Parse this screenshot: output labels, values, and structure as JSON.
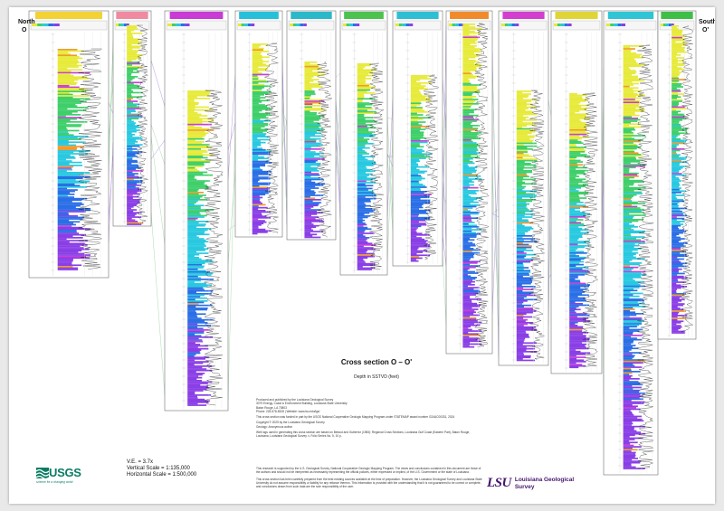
{
  "section": {
    "left_end": "North",
    "left_end_letter": "O",
    "right_end": "South",
    "right_end_letter": "O'",
    "title": "Cross section O – O'",
    "subtitle": "Depth in SSTVD (feet)"
  },
  "publication": {
    "lines": [
      "Produced and published by the Louisiana Geological Survey",
      "3079 Energy, Coast & Environment Building, Louisiana State University",
      "Baton Rouge, LA 70803",
      "Phone: 225-578-8328 | Website: www.lsu.edu/lgs/",
      "This cross section was funded in part by the USGS National Cooperative Geologic Mapping Program under STATEMAP award number G24AC00331, 2024",
      "Copyright © 2025 by the Louisiana Geological Survey",
      "Geology: Anonymous author",
      "Well logs used in generating this cross section are based on Bebout and Gutierrez (1983): Regional Cross Sections, Louisiana Gulf Coast (Eastern Part), Baton Rouge, Louisiana, Louisiana Geological Survey. v. Folio Series No. 5, 10 p."
    ],
    "disclaimer": [
      "This research is supported by the U.S. Geological Survey, National Cooperative Geologic Mapping Program. The views and conclusions contained in this document are those of the authors and should not be interpreted as necessarily representing the official policies, either expressed or implied, of the U.S. Government or the state of Louisiana.",
      "This cross section has been carefully prepared from the best existing sources available at the time of preparation. However, the Louisiana Geological Survey and Louisiana State University do not assume responsibility or liability for any reliance thereon. This information is provided with the understanding that it is not guaranteed to be correct or complete, and conclusions drawn from such data are the sole responsibility of the user."
    ]
  },
  "scales": {
    "ve": "V.E. = 3.7x",
    "vertical": "Vertical Scale = 1:135,000",
    "horizontal": "Horizontal Scale = 1:500,000"
  },
  "logos": {
    "usgs": "USGS",
    "usgs_tagline": "science for a changing world",
    "lsu": "LSU",
    "lsu_name_line1": "Louisiana Geological",
    "lsu_name_line2": "Survey"
  },
  "colors": {
    "sand_yellow": "#e7ea3a",
    "sand_green": "#3fcf6a",
    "sand_cyan": "#28c9e0",
    "sand_blue": "#2b6fe6",
    "sand_purple": "#8a3fe6",
    "sand_magenta": "#c63fd9",
    "sand_orange": "#f29a2e",
    "correlation_green": "#9fd8a6",
    "correlation_purple": "#b08de0",
    "lsu_purple": "#46166b",
    "usgs_green": "#0a7c64"
  },
  "wells": [
    {
      "header_color": "#f2d234"
    },
    {
      "header_color": "#f08aa0"
    },
    {
      "header_color": "#c83bd4"
    },
    {
      "header_color": "#27c0da"
    },
    {
      "header_color": "#2bb8c9"
    },
    {
      "header_color": "#4cc24f"
    },
    {
      "header_color": "#2fbfd4"
    },
    {
      "header_color": "#f08a2a"
    },
    {
      "header_color": "#d23fcf"
    },
    {
      "header_color": "#e0d536"
    },
    {
      "header_color": "#2fc4d6"
    },
    {
      "header_color": "#3fbf47"
    }
  ]
}
